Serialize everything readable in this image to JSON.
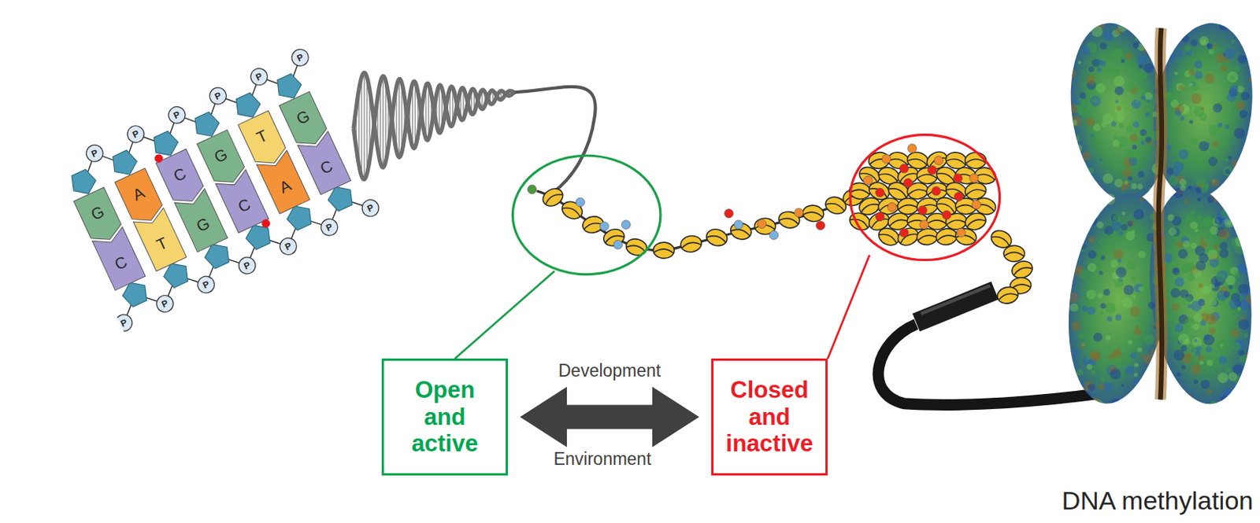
{
  "diagram": {
    "caption": "DNA methylation",
    "nodes": [
      {
        "text": [
          "Open and active"
        ]
      },
      {
        "text": [
          "Closed and inactive"
        ]
      }
    ],
    "edges": [
      {
        "from": 0,
        "to": 1,
        "arrow": "both",
        "label": "Development"
      }
    ],
    "labels": [
      "G",
      "A",
      "C",
      "G",
      "T",
      "G",
      "C",
      "T",
      "G",
      "C",
      "A",
      "C",
      "P",
      "P",
      "P",
      "P",
      "P",
      "P",
      "P",
      "P",
      "P",
      "P",
      "P",
      "P",
      "P",
      "Environment"
    ]
  }
}
